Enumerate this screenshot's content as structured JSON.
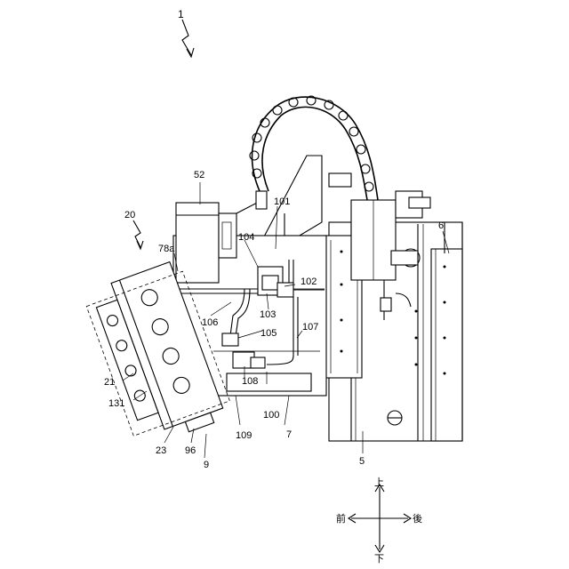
{
  "labels": {
    "n1": "1",
    "n52": "52",
    "n101": "101",
    "n20": "20",
    "n78a": "78a",
    "n104": "104",
    "n102": "102",
    "n103": "103",
    "n106": "106",
    "n105": "105",
    "n107": "107",
    "n6": "6",
    "n21": "21",
    "n131": "131",
    "n108": "108",
    "n100": "100",
    "n7": "7",
    "n109": "109",
    "n23": "23",
    "n96": "96",
    "n9": "9",
    "n5": "5"
  },
  "directions": {
    "up": "上",
    "down": "下",
    "front": "前",
    "rear": "後"
  }
}
